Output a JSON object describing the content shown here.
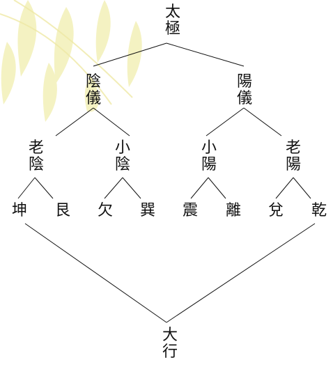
{
  "diagram": {
    "root": {
      "line1": "太",
      "line2": "極"
    },
    "level1": {
      "yin": {
        "line1": "陰",
        "line2": "儀"
      },
      "yang": {
        "line1": "陽",
        "line2": "儀"
      }
    },
    "level2": {
      "old_yin": {
        "line1": "老",
        "line2": "陰"
      },
      "young_yang_of_yin": {
        "line1": "小",
        "line2": "陰"
      },
      "young_yang": {
        "line1": "小",
        "line2": "陽"
      },
      "old_yang": {
        "line1": "老",
        "line2": "陽"
      }
    },
    "trigrams": [
      "坤",
      "艮",
      "欠",
      "巽",
      "震",
      "離",
      "兌",
      "乾"
    ],
    "bottom": {
      "line1": "大",
      "line2": "行"
    }
  },
  "colors": {
    "text": "#111111",
    "lines": "#111111",
    "decoration": "#f3f0b8"
  }
}
